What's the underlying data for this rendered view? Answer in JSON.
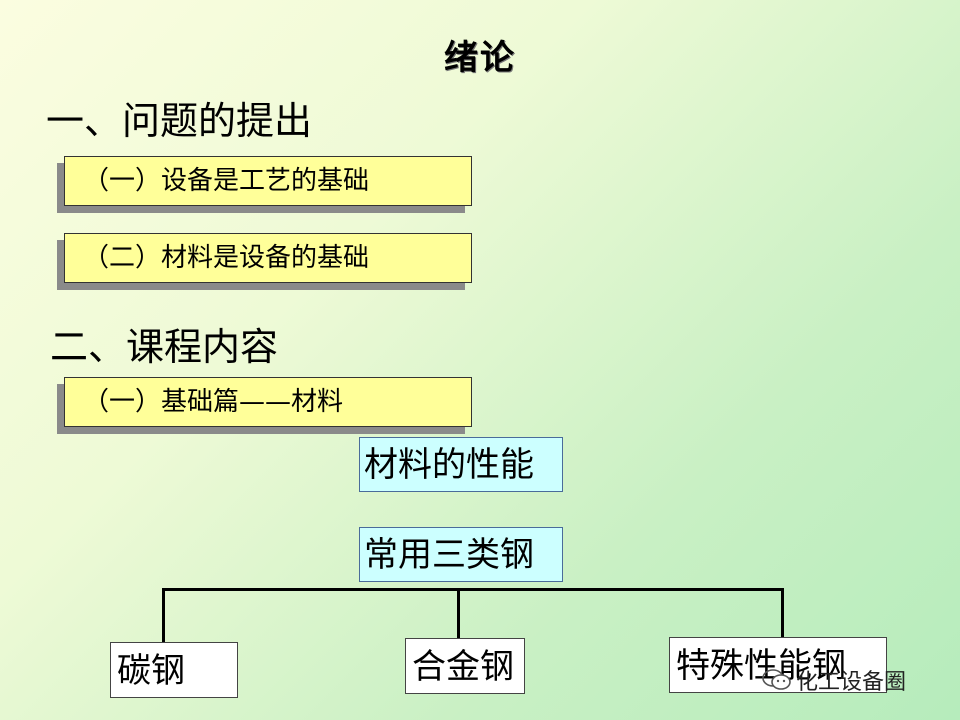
{
  "title": "绪论",
  "section1": {
    "heading": "一、问题的提出",
    "items": [
      "（一）设备是工艺的基础",
      "（二）材料是设备的基础"
    ]
  },
  "section2": {
    "heading": "二、课程内容",
    "items": [
      "（一）基础篇——材料"
    ]
  },
  "diagram": {
    "box1": "材料的性能",
    "box2": "常用三类钢",
    "children": [
      "碳钢",
      "合金钢",
      "特殊性能钢"
    ]
  },
  "watermark": "化工设备圈",
  "colors": {
    "yellow": "#ffff99",
    "cyan": "#ccffff",
    "shadow": "#8a8a8a"
  },
  "icons": [
    "wechat-icon"
  ]
}
